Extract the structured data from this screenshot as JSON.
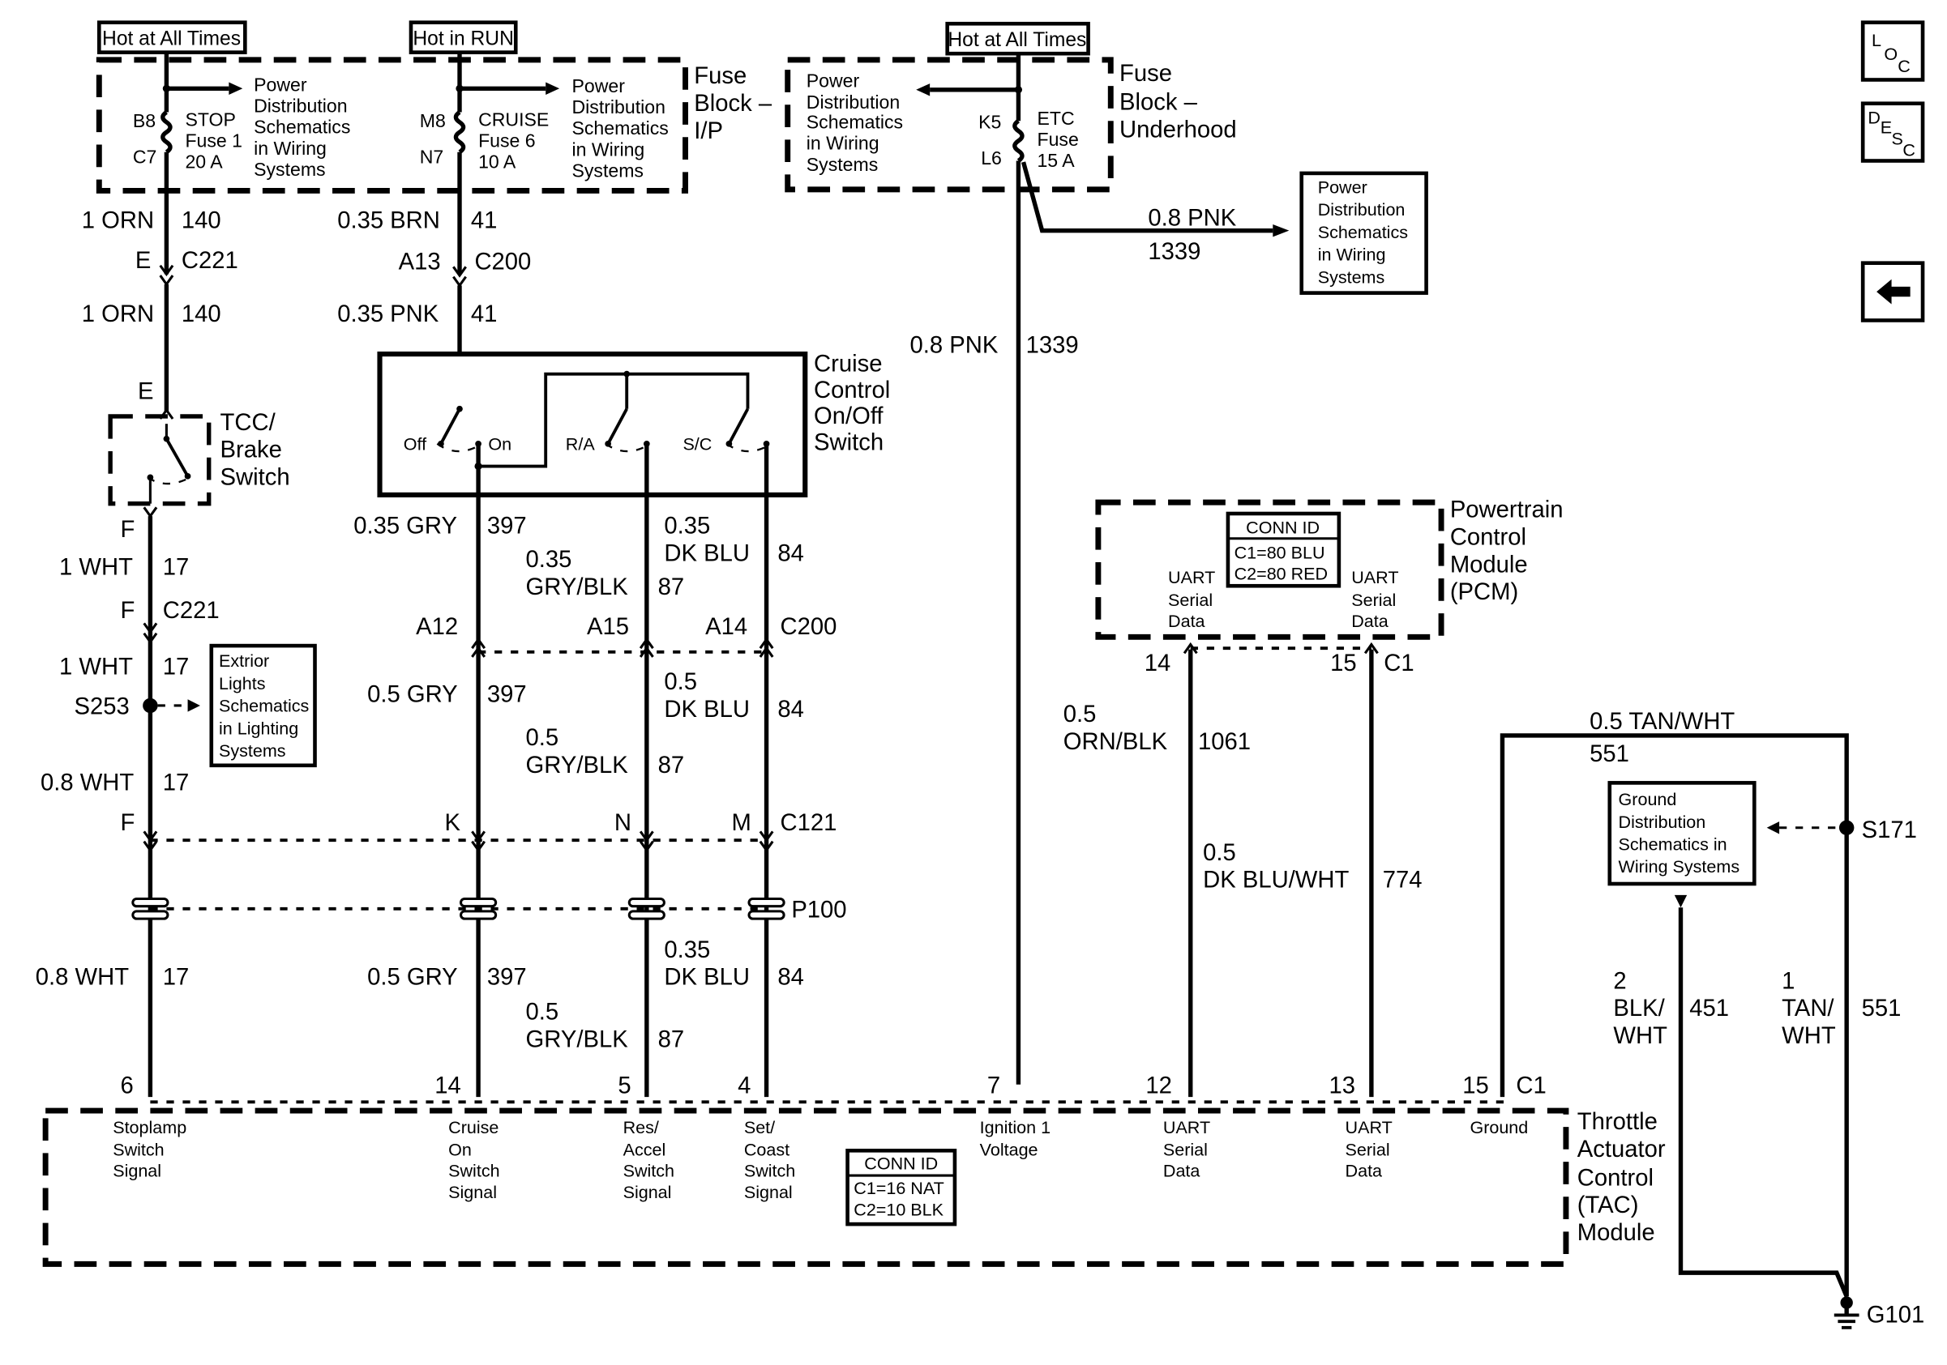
{
  "power": {
    "hot_all_times": "Hot at All Times",
    "hot_in_run": "Hot in RUN",
    "pds": [
      "Power",
      "Distribution",
      "Schematics",
      "in Wiring",
      "Systems"
    ]
  },
  "fuse_block_ip": {
    "title": [
      "Fuse",
      "Block –",
      "I/P"
    ],
    "stop": {
      "top": "B8",
      "bottom": "C7",
      "name": [
        "STOP",
        "Fuse 1",
        "20 A"
      ]
    },
    "cruise": {
      "top": "M8",
      "bottom": "N7",
      "name": [
        "CRUISE",
        "Fuse 6",
        "10 A"
      ]
    }
  },
  "fuse_block_uh": {
    "title": [
      "Fuse",
      "Block –",
      "Underhood"
    ],
    "etc": {
      "top": "K5",
      "bottom": "L6",
      "name": [
        "ETC",
        "Fuse",
        "15 A"
      ]
    }
  },
  "nav": {
    "loc": [
      "L",
      "O",
      "C"
    ],
    "desc": [
      "D",
      "E",
      "S",
      "C"
    ]
  },
  "components": {
    "tcc": [
      "TCC/",
      "Brake",
      "Switch"
    ],
    "cruise_switch": [
      "Cruise",
      "Control",
      "On/Off",
      "Switch"
    ],
    "cruise_switch_labels": {
      "off": "Off",
      "on": "On",
      "ra": "R/A",
      "sc": "S/C"
    },
    "pcm": [
      "Powertrain",
      "Control",
      "Module",
      "(PCM)"
    ],
    "pcm_conn": [
      "CONN ID",
      "C1=80 BLU",
      "C2=80 RED"
    ],
    "uart": [
      "UART",
      "Serial",
      "Data"
    ],
    "lights_ref": [
      "Extrior",
      "Lights",
      "Schematics",
      "in Lighting",
      "Systems"
    ],
    "ground_ref": [
      "Ground",
      "Distribution",
      "Schematics in",
      "Wiring Systems"
    ],
    "tac": [
      "Throttle",
      "Actuator",
      "Control",
      "(TAC)",
      "Module"
    ],
    "tac_conn": [
      "CONN ID",
      "C1=16 NAT",
      "C2=10 BLK"
    ],
    "tac_pins": {
      "stoplamp": [
        "Stoplamp",
        "Switch",
        "Signal"
      ],
      "cruise_on": [
        "Cruise",
        "On",
        "Switch",
        "Signal"
      ],
      "res": [
        "Res/",
        "Accel",
        "Switch",
        "Signal"
      ],
      "set": [
        "Set/",
        "Coast",
        "Switch",
        "Signal"
      ],
      "ign": [
        "Ignition 1",
        "Voltage"
      ],
      "gnd": "Ground"
    }
  },
  "wires": {
    "orn": "1 ORN",
    "c140": "140",
    "brn": "0.35 BRN",
    "c41": "41",
    "pnk035": "0.35 PNK",
    "pnk08": "0.8 PNK",
    "c1339": "1339",
    "wht1": "1 WHT",
    "wht08": "0.8 WHT",
    "c17": "17",
    "gry035": "0.35 GRY",
    "gry05": "0.5 GRY",
    "c397": "397",
    "gryblk035": [
      "0.35",
      "GRY/BLK"
    ],
    "gryblk05": [
      "0.5",
      "GRY/BLK"
    ],
    "c87": "87",
    "dkblu035": [
      "0.35",
      "DK BLU"
    ],
    "dkblu05": [
      "0.5",
      "DK BLU"
    ],
    "c84": "84",
    "ornblk": [
      "0.5",
      "ORN/BLK"
    ],
    "c1061": "1061",
    "dkbluwht": [
      "0.5",
      "DK BLU/WHT"
    ],
    "c774": "774",
    "tanwht05": "0.5 TAN/WHT",
    "c551": "551",
    "blkwht": [
      "2",
      "BLK/",
      "WHT"
    ],
    "c451": "451",
    "tanwht1": [
      "1",
      "TAN/",
      "WHT"
    ]
  },
  "connectors": {
    "c221": "C221",
    "c200": "C200",
    "c121": "C121",
    "c1": "C1",
    "p100": "P100",
    "s253": "S253",
    "s171": "S171",
    "g101": "G101",
    "E": "E",
    "F": "F",
    "A13": "A13",
    "A12": "A12",
    "A15": "A15",
    "A14": "A14",
    "K": "K",
    "N": "N",
    "M": "M",
    "p14": "14",
    "p15": "15",
    "tac_pins": [
      "6",
      "14",
      "5",
      "4",
      "7",
      "12",
      "13",
      "15"
    ]
  }
}
